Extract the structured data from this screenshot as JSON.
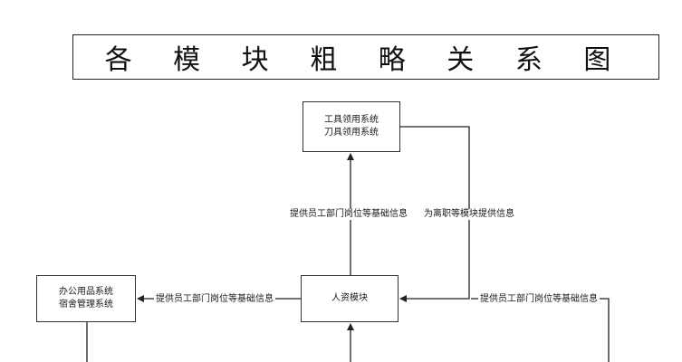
{
  "title": "各 模 块 粗 略 关 系 图",
  "nodes": {
    "tools": {
      "line1": "工具领用系统",
      "line2": "刀具领用系统"
    },
    "hr": {
      "line1": "人资模块"
    },
    "office": {
      "line1": "办公用品系统",
      "line2": "宿舍管理系统"
    }
  },
  "edges": {
    "hr_to_tools": "提供员工部门岗位等基础信息",
    "tools_resign": "为离职等模块提供信息",
    "hr_to_office": "提供员工部门岗位等基础信息",
    "right_to_hr": "提供员工部门岗位等基础信息"
  }
}
